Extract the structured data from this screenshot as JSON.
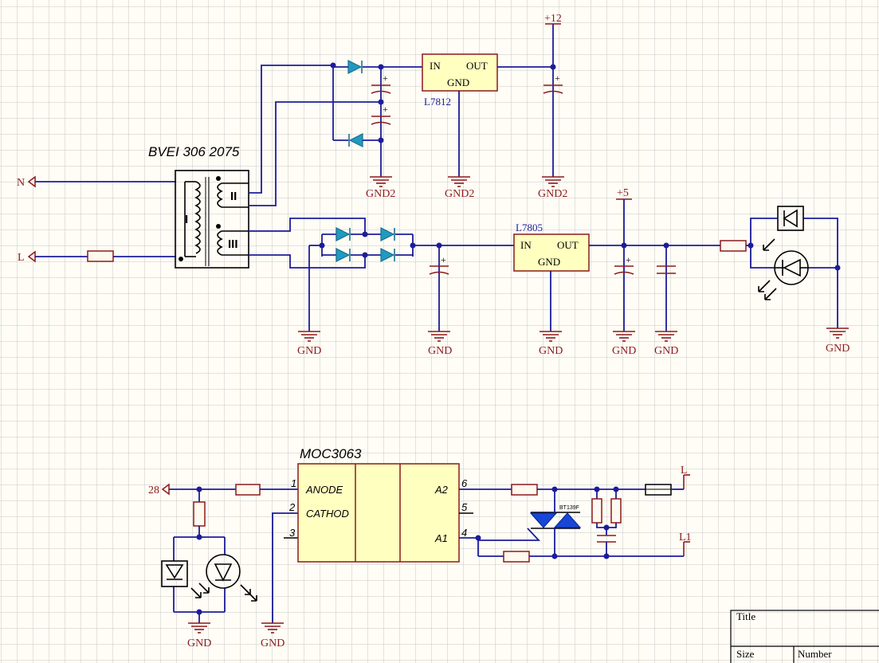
{
  "power_labels": {
    "n": "N",
    "l": "L",
    "plus12": "+12",
    "plus5": "+5",
    "in28": "28",
    "out_l": "L",
    "out_l1": "L1"
  },
  "transformer": {
    "name": "BVEI 306 2075",
    "primary": "I",
    "secondary_a": "II",
    "secondary_b": "III"
  },
  "regulators": [
    {
      "name": "L7812",
      "in": "IN",
      "out": "OUT",
      "gnd": "GND"
    },
    {
      "name": "L7805",
      "in": "IN",
      "out": "OUT",
      "gnd": "GND"
    }
  ],
  "grounds": {
    "gnd2_a": "GND2",
    "gnd2_b": "GND2",
    "gnd2_c": "GND2",
    "gnd_a": "GND",
    "gnd_b": "GND",
    "gnd_c": "GND",
    "gnd_d": "GND",
    "gnd_e": "GND",
    "gnd_f": "GND",
    "gnd_g": "GND",
    "gnd_h": "GND"
  },
  "optocoupler": {
    "name": "MOC3063",
    "pin1": "1",
    "pin2": "2",
    "pin3": "3",
    "pin4": "4",
    "pin5": "5",
    "pin6": "6",
    "anode": "ANODE",
    "cathode": "CATHOD",
    "a2": "A2",
    "a1": "A1"
  },
  "triac_label": "BT139F",
  "title_block": {
    "title": "Title",
    "size": "Size",
    "number": "Number"
  },
  "colors": {
    "background": "#fffdf6",
    "grid": "#c8c8c8",
    "net": "#1c1c9a",
    "component": "#8b1a1a",
    "ic_fill": "#ffffc0"
  }
}
